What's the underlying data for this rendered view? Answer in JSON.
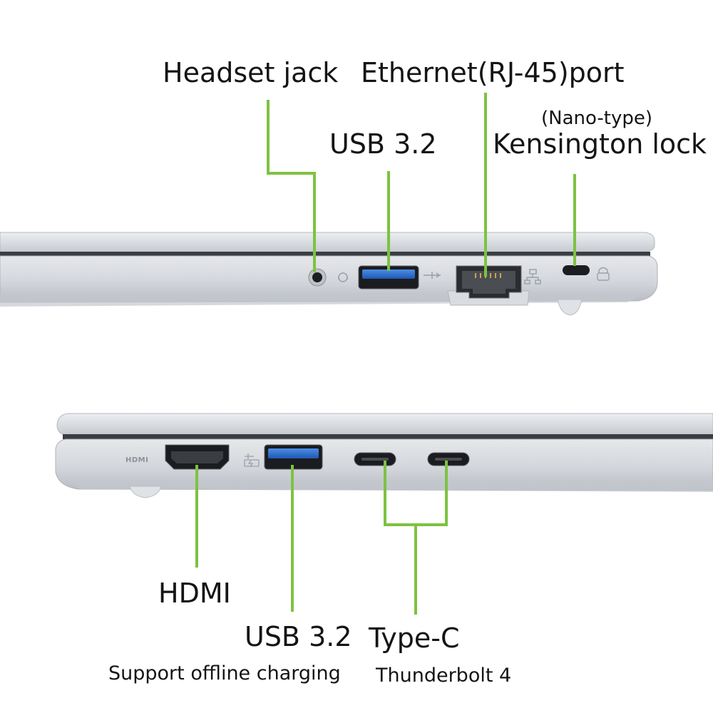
{
  "top_labels": {
    "headset_jack": "Headset jack",
    "ethernet_port": "Ethernet(RJ-45)port",
    "usb32": "USB 3.2",
    "nano_type": "(Nano-type)",
    "kensington_lock": "Kensington lock"
  },
  "bottom_labels": {
    "hdmi": "HDMI",
    "usb32": "USB 3.2",
    "usb32_note": "Support offline charging",
    "type_c": "Type-C",
    "type_c_note": "Thunderbolt 4"
  },
  "port_markings": {
    "hdmi_logo": "HDMI"
  },
  "colors": {
    "callout_line": "#7dc242",
    "chassis": "#d4d7dc",
    "usb_blue": "#2d6fd0",
    "label_text": "#141414"
  },
  "icons": {
    "headset": "headset-icon",
    "usb": "usb-icon",
    "network": "network-icon",
    "lock": "lock-icon",
    "usb_charge": "usb-charge-icon"
  }
}
